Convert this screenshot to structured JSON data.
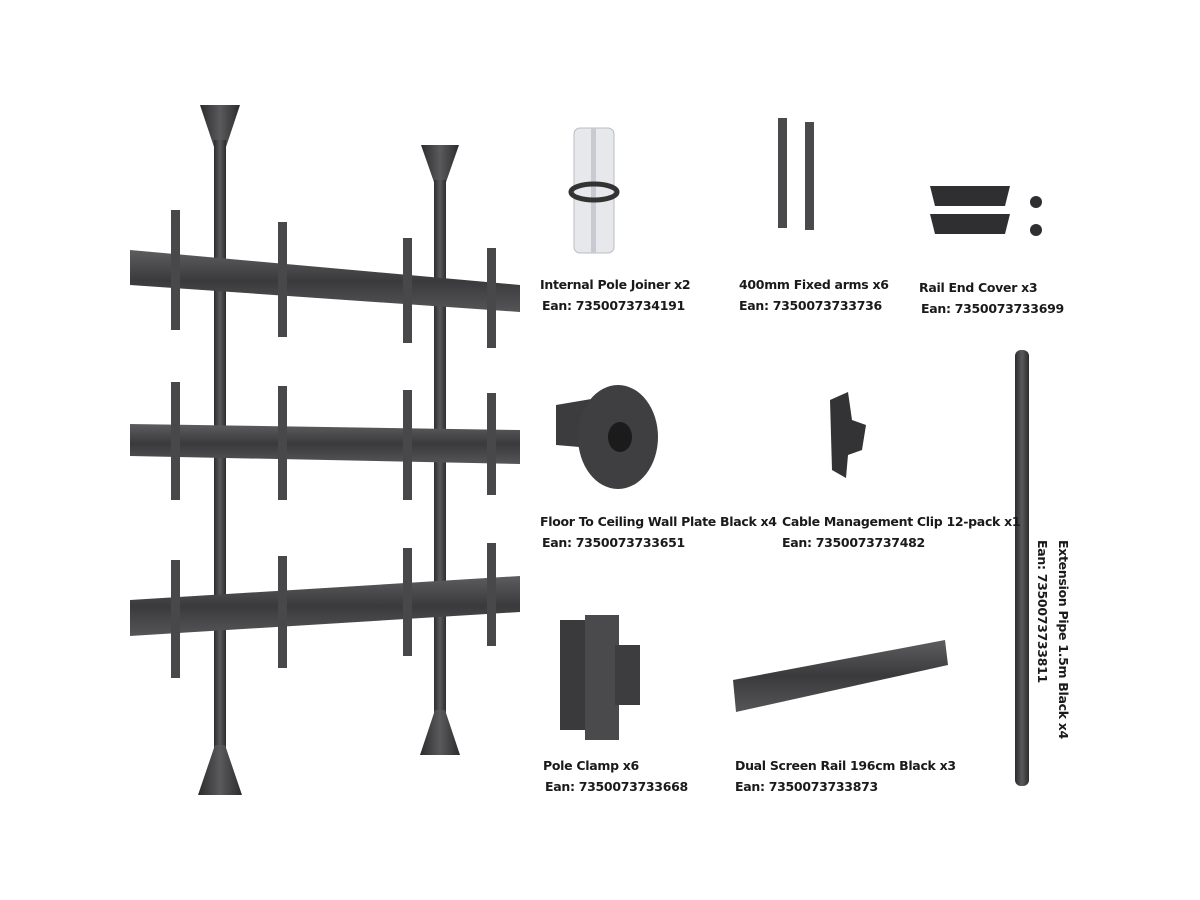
{
  "colors": {
    "metal": "#3e3e40",
    "metal_light": "#6b6b6e",
    "background": "#ffffff",
    "text": "#1a1a1a"
  },
  "products": [
    {
      "name": "Internal Pole Joiner x2",
      "ean": "Ean: 7350073734191"
    },
    {
      "name": "400mm Fixed arms x6",
      "ean": "Ean: 7350073733736"
    },
    {
      "name": "Rail End Cover x3",
      "ean": "Ean:  7350073733699"
    },
    {
      "name": "Floor To Ceiling Wall Plate Black x4",
      "ean": "Ean: 7350073733651"
    },
    {
      "name": "Cable Management Clip 12-pack x1",
      "ean": "Ean: 7350073737482"
    },
    {
      "name": "Pole Clamp x6",
      "ean": "Ean: 7350073733668"
    },
    {
      "name": "Dual Screen Rail 196cm Black x3",
      "ean": "Ean: 7350073733873"
    },
    {
      "name": "Extension Pipe 1.5m Black x4",
      "ean": "Ean:  7350073733811"
    }
  ]
}
